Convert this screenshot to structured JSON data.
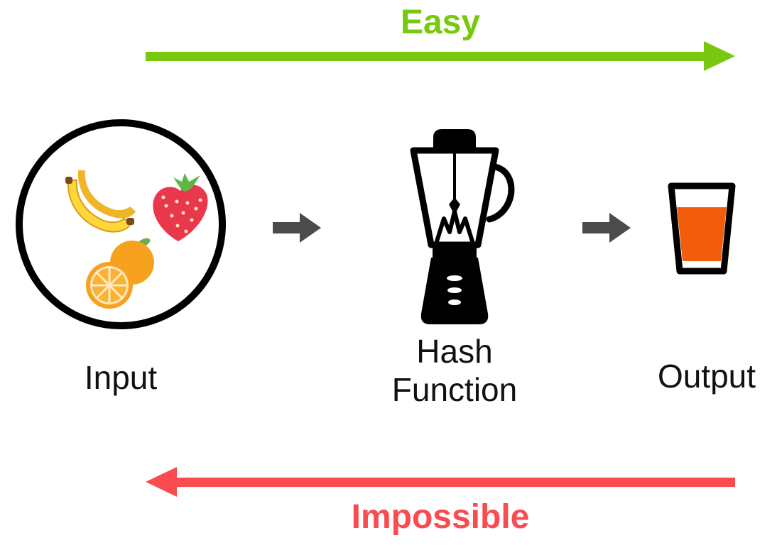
{
  "diagram": {
    "type": "flow-diagram",
    "top_flow": {
      "label": "Easy",
      "direction": "right"
    },
    "bottom_flow": {
      "label": "Impossible",
      "direction": "left"
    },
    "nodes": [
      {
        "id": "input",
        "label": "Input",
        "icon": "fruits-icon"
      },
      {
        "id": "hash-function",
        "label_line1": "Hash",
        "label_line2": "Function",
        "icon": "blender-icon"
      },
      {
        "id": "output",
        "label": "Output",
        "icon": "juice-glass-icon"
      }
    ]
  },
  "colors": {
    "easy_green": "#78c80f",
    "impossible_red": "#f94b50",
    "flow_arrow_gray": "#4b4b4b",
    "juice_orange": "#f25c0a",
    "banana_yellow": "#ffd73b",
    "banana_shade": "#f0b429",
    "strawberry_red": "#e9384d",
    "leaf_green": "#5cb842",
    "orange_fruit": "#f6a21f",
    "orange_flesh": "#ffe8c2",
    "outline_black": "#000000"
  }
}
